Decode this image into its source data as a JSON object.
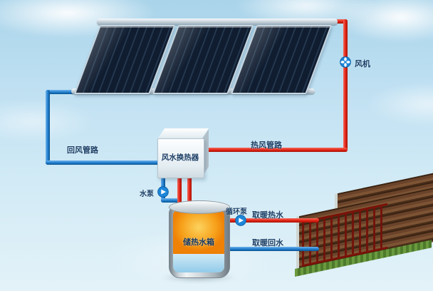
{
  "diagram": {
    "labels": {
      "fan": "风机",
      "return_air_pipe": "回风管路",
      "hot_air_pipe": "热风管路",
      "heat_exchanger": "风水换热器",
      "water_pump": "水泵",
      "storage_tank": "储热水箱",
      "circulation_pump": "循环泵",
      "heating_supply_water": "取暖热水",
      "heating_return_water": "取暖回水"
    },
    "colors": {
      "hot_pipe": "#e02314",
      "cold_pipe": "#1f7ccc",
      "sky": "#bfe0f2",
      "tank_hot_water": "#f7a21c",
      "tank_cold_water": "#a6d4ec",
      "solar_panel": "#101d30",
      "label_text": "#1c3f66"
    }
  }
}
